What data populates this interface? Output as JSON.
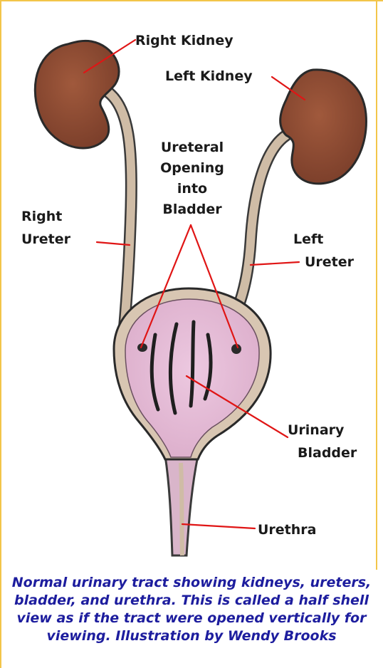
{
  "labels": {
    "right_kidney": "Right Kidney",
    "left_kidney": "Left Kidney",
    "ureteral_opening_1": "Ureteral",
    "ureteral_opening_2": "Opening",
    "ureteral_opening_3": "into",
    "ureteral_opening_4": "Bladder",
    "right_ureter_1": "Right",
    "right_ureter_2": "Ureter",
    "left_ureter_1": "Left",
    "left_ureter_2": "Ureter",
    "urinary_bladder_1": "Urinary",
    "urinary_bladder_2": "Bladder",
    "urethra": "Urethra"
  },
  "caption": "Normal urinary tract showing kidneys, ureters, bladder, and urethra. This is called a half shell view as if the tract were opened vertically for viewing. Illustration by Wendy Brooks",
  "colors": {
    "border": "#f3c54a",
    "kidney": "#8a4a32",
    "tube": "#c9b59e",
    "bladder": "#e7bfd9",
    "leader_lines": "#e01515",
    "caption_text": "#1d1d9e"
  }
}
